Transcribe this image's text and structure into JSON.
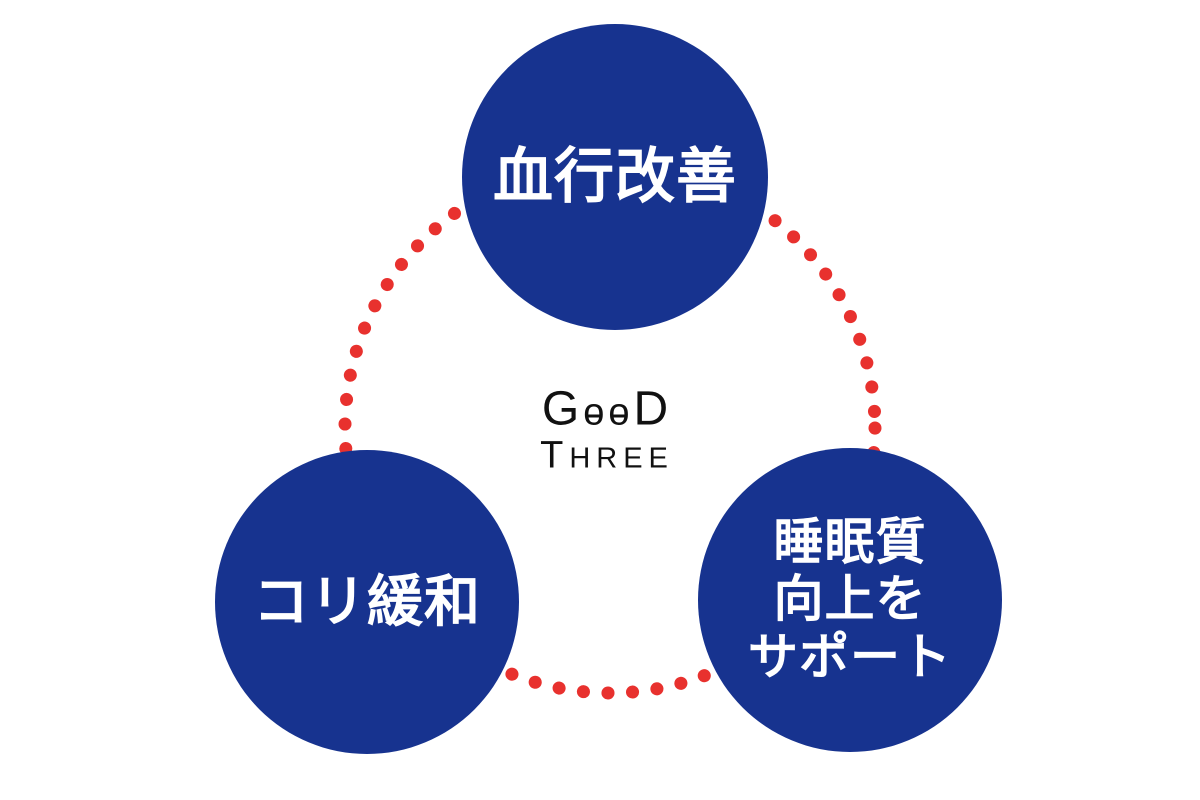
{
  "colors": {
    "circle_fill": "#17338f",
    "dot_color": "#e8312e",
    "circle_text": "#ffffff",
    "logo_text": "#111111",
    "background": "#ffffff"
  },
  "logo": {
    "line1_parts": [
      "G",
      "o",
      "o",
      "D"
    ],
    "line2_first": "T",
    "line2_rest": "HREE"
  },
  "circles": {
    "top": {
      "label": "血行改善"
    },
    "bottom_left": {
      "label": "コリ緩和"
    },
    "bottom_right": {
      "lines": [
        "睡眠質",
        "向上を",
        "サポート"
      ]
    }
  }
}
